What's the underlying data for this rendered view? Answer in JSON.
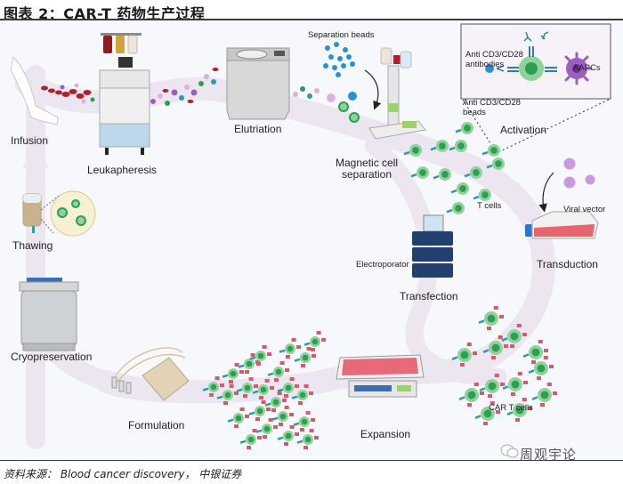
{
  "figure": {
    "title": "图表 2：CAR-T 药物生产过程",
    "source": "资料来源： Blood cancer discovery， 中银证券",
    "watermark": "周观宇论"
  },
  "steps": {
    "infusion": "Infusion",
    "leukapheresis": "Leukapheresis",
    "elutriation": "Elutriation",
    "magnetic_separation_line1": "Magnetic cell",
    "magnetic_separation_line2": "separation",
    "activation": "Activation",
    "transduction": "Transduction",
    "transfection": "Transfection",
    "expansion": "Expansion",
    "formulation": "Formulation",
    "cryopreservation": "Cryopreservation",
    "thawing": "Thawing"
  },
  "annotations": {
    "separation_beads": "Separation beads",
    "anti_antibodies_line1": "Anti CD3/CD28",
    "anti_antibodies_line2": "antibodies",
    "anti_beads_line1": "Anti CD3/CD28",
    "anti_beads_line2": "beads",
    "aapcs": "AAPCs",
    "t_cells": "T cells",
    "viral_vector": "Viral vector",
    "electroporator": "Electroporator",
    "car_t_cells": "CAR T cells"
  },
  "colors": {
    "flow_path": "#ece6f1",
    "t_cell_outer": "#8fd39a",
    "t_cell_inner": "#2e9e55",
    "receptor": "#2b9bb0",
    "car_receptor": "#d85a6a",
    "aapc": "#9b5fc0",
    "bead": "#2a8fd6",
    "blood_cell": "#b3202b"
  }
}
